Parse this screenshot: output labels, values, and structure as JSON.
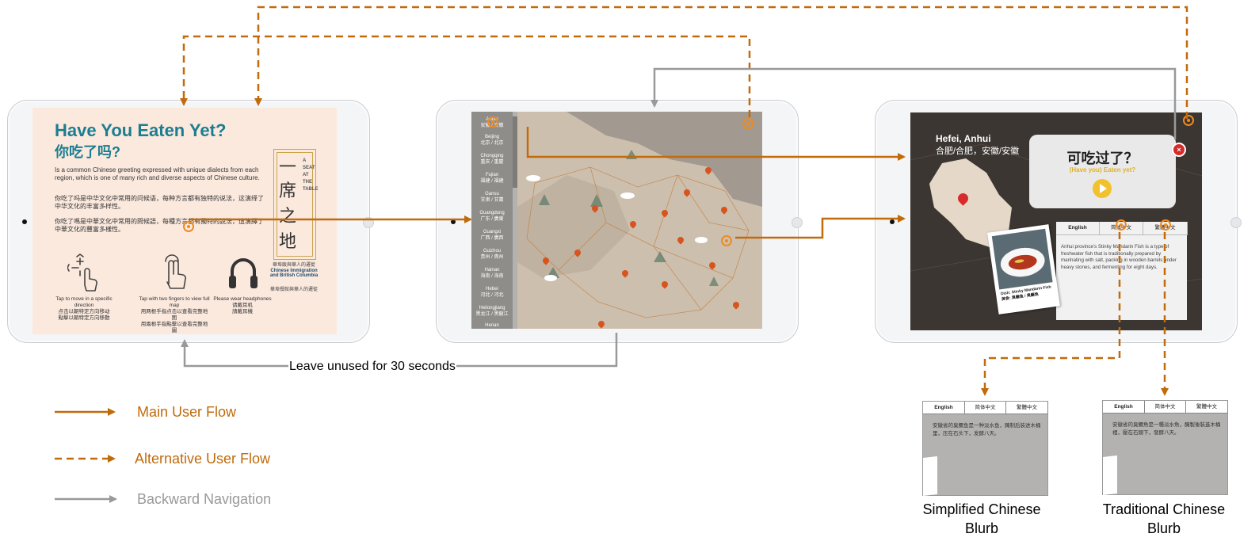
{
  "colors": {
    "main_flow": "#c06b0c",
    "alternative_flow": "#c06b0c",
    "backward_nav": "#999999",
    "screen1_bg": "#fbe9de",
    "title_teal": "#1c7d90"
  },
  "screen1": {
    "title": "Have You Eaten Yet?",
    "subtitle": "你吃了吗?",
    "para_en": "Is a common Chinese greeting expressed with unique dialects from each region, which is one of many rich and diverse aspects of Chinese culture.",
    "para_sc": "你吃了吗是中华文化中常用的问候语，每种方言都有独特的说法，这演绎了中华文化的丰富多样性。",
    "para_tc": "你吃了嗎是中華文化中常用的問候語，每種方言都有獨特的說法，這演繹了中華文化的豐富多樣性。",
    "logo_chars": [
      "一",
      "席",
      "之",
      "地"
    ],
    "logo_side_text": "A SEAT AT THE TABLE",
    "logo_caption_cn": "華埠飯與華人的遷徙",
    "logo_caption_en": "Chinese Immigration and British Columbia",
    "logo_caption_cn2": "華埠餐館與華人的遷徙",
    "icons": [
      {
        "icon": "tap-move-hand-icon",
        "en": "Tap to move in a specific direction",
        "sc": "点击以朝特定方向移动",
        "tc": "點擊以朝特定方向移動"
      },
      {
        "icon": "two-finger-tap-icon",
        "en": "Tap with two fingers to view full map",
        "sc": "用两根手指点击以查看完整地图",
        "tc": "用兩根手指點擊以查看完整地圖"
      },
      {
        "icon": "headphones-icon",
        "en": "Please wear headphones",
        "sc": "请戴耳机",
        "tc": "請戴耳機"
      }
    ]
  },
  "screen2": {
    "sidebar": [
      {
        "en": "Anhui",
        "cn": "安徽 / 安徽"
      },
      {
        "en": "Beijing",
        "cn": "北京 / 北京"
      },
      {
        "en": "Chongqing",
        "cn": "重庆 / 重慶"
      },
      {
        "en": "Fujian",
        "cn": "福建 / 福建"
      },
      {
        "en": "Gansu",
        "cn": "甘肃 / 甘肅"
      },
      {
        "en": "Guangdong",
        "cn": "广东 / 廣東"
      },
      {
        "en": "Guangxi",
        "cn": "广西 / 廣西"
      },
      {
        "en": "Guizhou",
        "cn": "贵州 / 貴州"
      },
      {
        "en": "Hainan",
        "cn": "海南 / 海南"
      },
      {
        "en": "Hebei",
        "cn": "河北 / 河北"
      },
      {
        "en": "Heilongjiang",
        "cn": "黑龙江 / 黑龍江"
      },
      {
        "en": "Henan",
        "cn": ""
      }
    ]
  },
  "screen3": {
    "city": "Hefei, Anhui",
    "city_cn": "合肥/合肥，安徽/安徽",
    "bubble_title": "可吃过了？",
    "bubble_sub": "(Have you) Eaten yet?",
    "tabs": [
      "English",
      "简体中文",
      "繁體中文"
    ],
    "blurb": "Anhui province's Stinky Mandarin Fish is a type of freshwater fish that is traditionally prepared by marinating with salt, packing in wooden barrels under heavy stones, and fermenting for eight days.",
    "photo_caption_en_label": "Dish:",
    "photo_caption_en": "Stinky Mandarin Fish",
    "photo_caption_cn_label": "美食:",
    "photo_caption_cn": "臭鳜鱼 / 臭鱖魚"
  },
  "mini_simplified": {
    "tabs": [
      "English",
      "简体中文",
      "繁體中文"
    ],
    "text": "安徽省的臭鳜鱼是一种淡水鱼，腌制后装进木桶里，压在石头下，发酵八天。",
    "caption": "Simplified Chinese Blurb"
  },
  "mini_traditional": {
    "tabs": [
      "English",
      "简体中文",
      "繁體中文"
    ],
    "text": "安徽省的臭鱖魚是一種淡水魚，醃製後裝進木桶裡，壓在石頭下，發酵八天。",
    "caption": "Traditional Chinese Blurb"
  },
  "notes": {
    "leave_unused": "Leave unused for 30 seconds"
  },
  "legend": [
    {
      "label": "Main User Flow",
      "style": "solid",
      "color": "#c06b0c"
    },
    {
      "label": "Alternative User Flow",
      "style": "dashed",
      "color": "#c06b0c"
    },
    {
      "label": "Backward Navigation",
      "style": "solid",
      "color": "#999999"
    }
  ]
}
